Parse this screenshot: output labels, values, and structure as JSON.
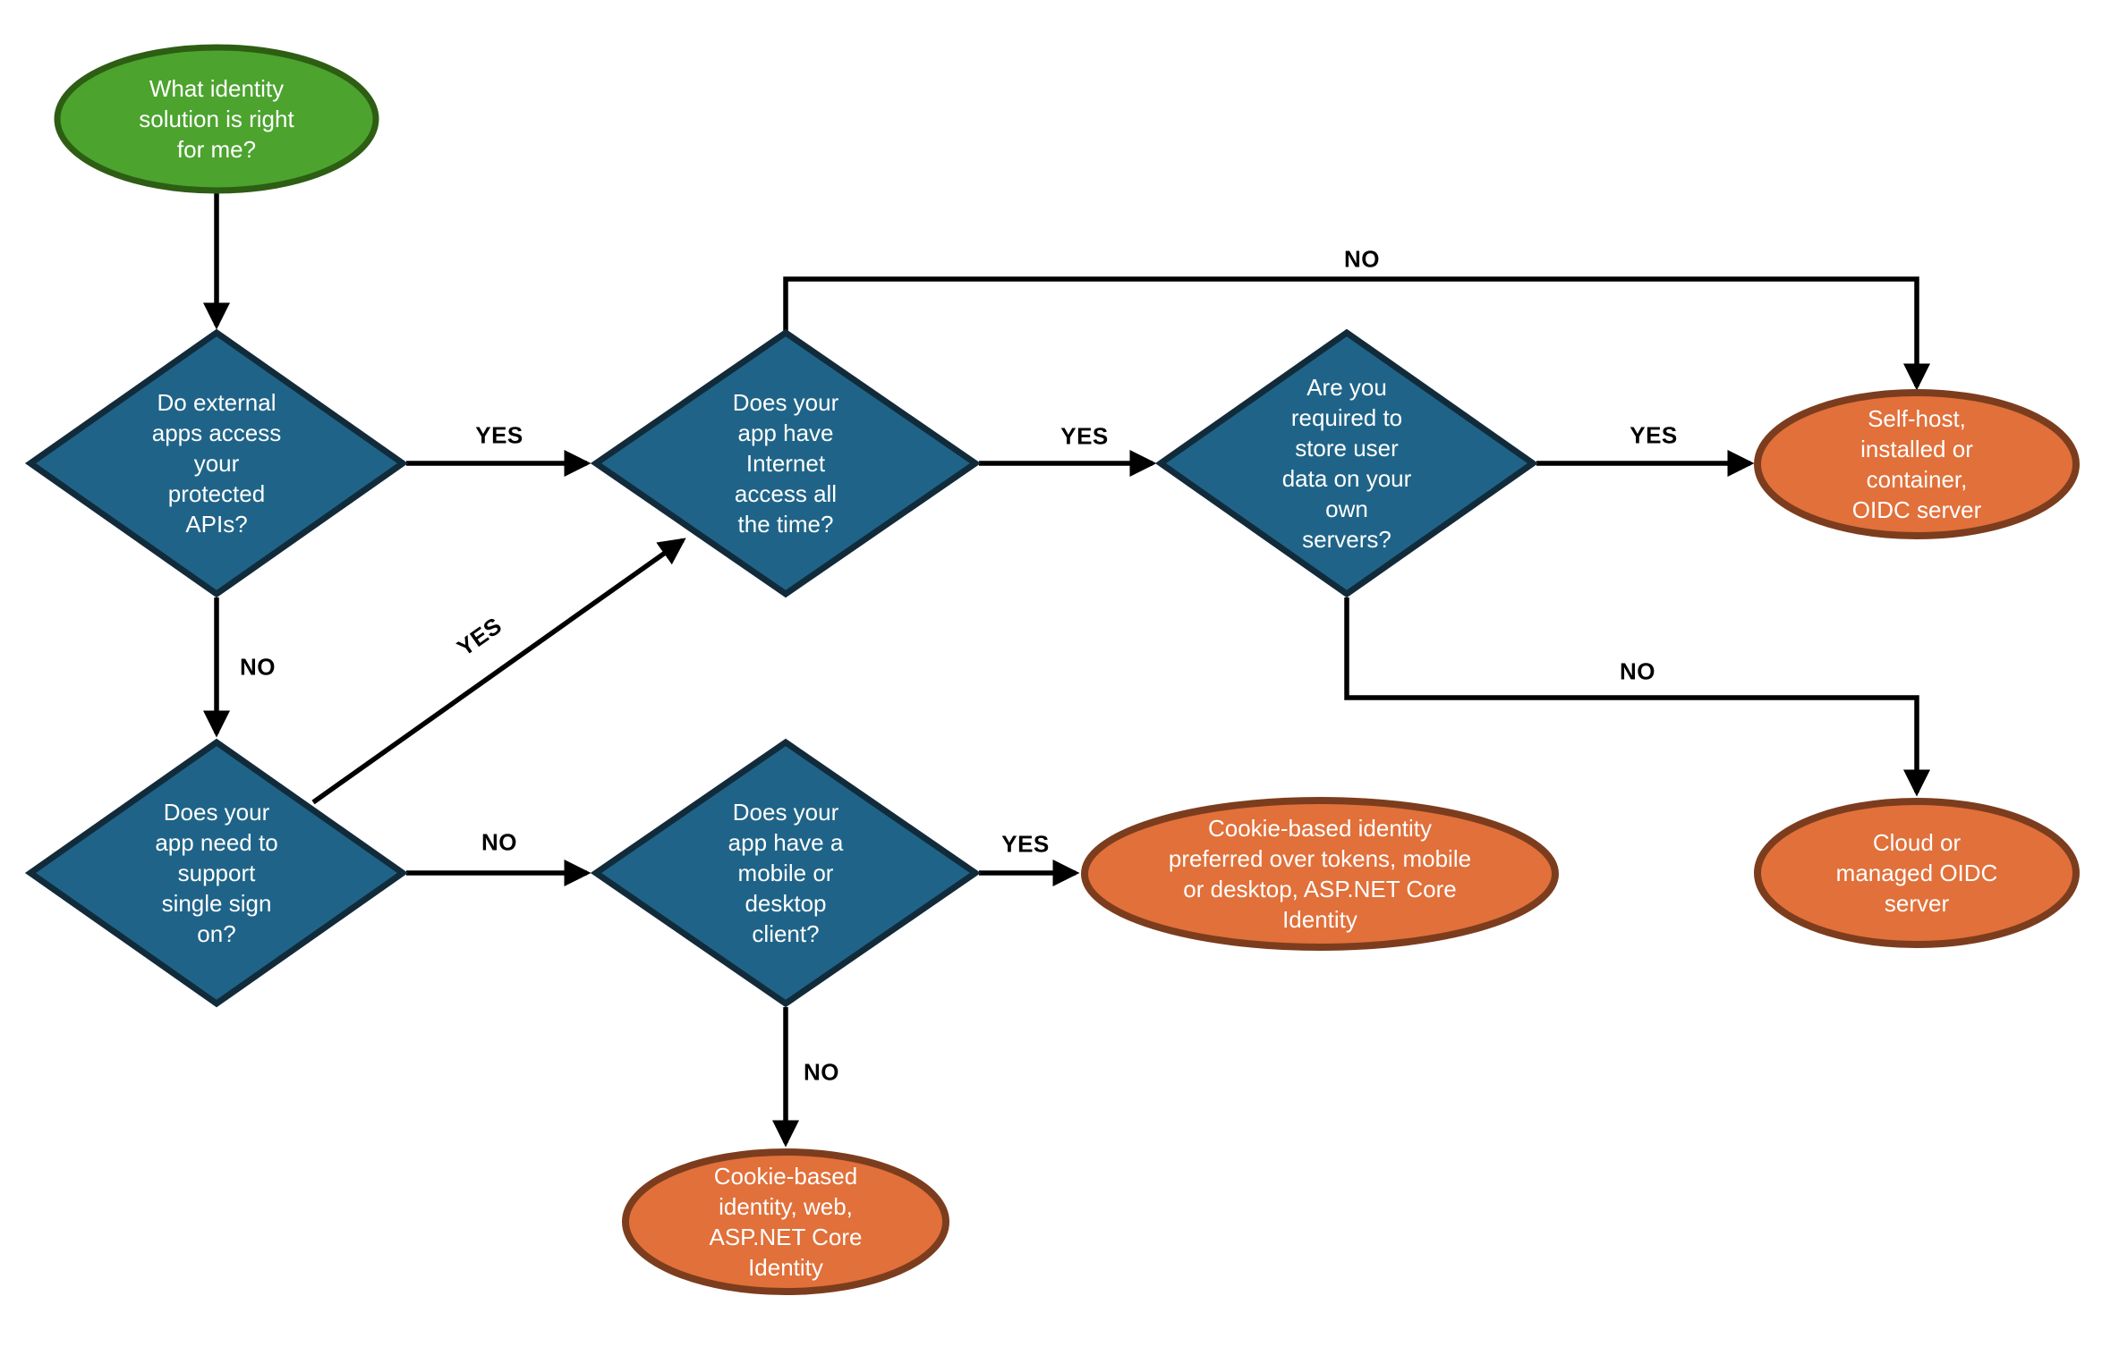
{
  "diagram": {
    "type": "flowchart",
    "background": "#FFFFFF",
    "nodes": {
      "start": {
        "label": "What identity\nsolution is right\nfor me?",
        "shape": "ellipse",
        "role": "start"
      },
      "q_external_apis": {
        "label": "Do external\napps access\nyour\nprotected\nAPIs?",
        "shape": "diamond",
        "role": "decision"
      },
      "q_internet": {
        "label": "Does your\napp have\nInternet\naccess all\nthe time?",
        "shape": "diamond",
        "role": "decision"
      },
      "q_store_user_data": {
        "label": "Are you\nrequired to\nstore user\ndata on your\nown\nservers?",
        "shape": "diamond",
        "role": "decision"
      },
      "q_sso": {
        "label": "Does your\napp need to\nsupport\nsingle sign\non?",
        "shape": "diamond",
        "role": "decision"
      },
      "q_mobile_desktop": {
        "label": "Does your\napp have a\nmobile or\ndesktop\nclient?",
        "shape": "diamond",
        "role": "decision"
      },
      "r_self_host": {
        "label": "Self-host,\ninstalled or\ncontainer,\nOIDC server",
        "shape": "ellipse",
        "role": "result"
      },
      "r_cookie_mobile": {
        "label": "Cookie-based identity\npreferred over tokens, mobile\nor desktop, ASP.NET Core\nIdentity",
        "shape": "ellipse",
        "role": "result"
      },
      "r_cloud": {
        "label": "Cloud or\nmanaged OIDC\nserver",
        "shape": "ellipse",
        "role": "result"
      },
      "r_cookie_web": {
        "label": "Cookie-based\nidentity, web,\nASP.NET Core\nIdentity",
        "shape": "ellipse",
        "role": "result"
      }
    },
    "edges": [
      {
        "from": "start",
        "to": "q_external_apis",
        "label": ""
      },
      {
        "from": "q_external_apis",
        "to": "q_internet",
        "label": "YES"
      },
      {
        "from": "q_external_apis",
        "to": "q_sso",
        "label": "NO"
      },
      {
        "from": "q_internet",
        "to": "q_store_user_data",
        "label": "YES"
      },
      {
        "from": "q_internet",
        "to": "r_self_host",
        "label": "NO"
      },
      {
        "from": "q_store_user_data",
        "to": "r_self_host",
        "label": "YES"
      },
      {
        "from": "q_store_user_data",
        "to": "r_cloud",
        "label": "NO"
      },
      {
        "from": "q_sso",
        "to": "q_internet",
        "label": "YES"
      },
      {
        "from": "q_sso",
        "to": "q_mobile_desktop",
        "label": "NO"
      },
      {
        "from": "q_mobile_desktop",
        "to": "r_cookie_mobile",
        "label": "YES"
      },
      {
        "from": "q_mobile_desktop",
        "to": "r_cookie_web",
        "label": "NO"
      }
    ],
    "colors": {
      "start_fill": "#4CA32E",
      "start_border": "#2D5E14",
      "decision_fill": "#1F6488",
      "decision_border": "#122B3B",
      "result_fill": "#E1703A",
      "result_border": "#7C3D1E",
      "edge_line": "#000000",
      "edge_label_text": "#000000",
      "node_text": "#FFFFFF"
    }
  }
}
